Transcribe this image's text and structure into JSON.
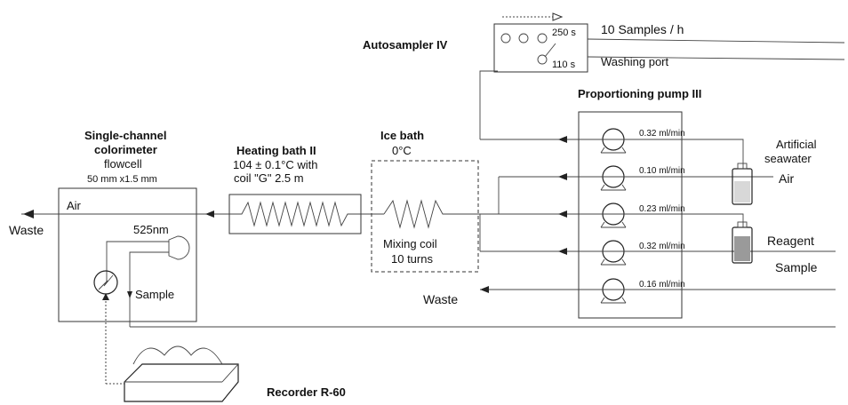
{
  "autosampler": {
    "title": "Autosampler IV",
    "rate": "10 Samples / h",
    "sample_time": "250 s",
    "wash_time": "110 s",
    "washing_port": "Washing port"
  },
  "pump": {
    "title": "Proportioning pump III",
    "flows": [
      "0.32 ml/min",
      "0.10 ml/min",
      "0.23 ml/min",
      "0.32 ml/min",
      "0.16 ml/min"
    ]
  },
  "reagents": {
    "seawater_line1": "Artificial",
    "seawater_line2": "seawater",
    "air": "Air",
    "reagent": "Reagent",
    "sample": "Sample"
  },
  "ice_bath": {
    "title": "Ice bath",
    "temp": "0°C",
    "mixing_line1": "Mixing coil",
    "mixing_line2": "10 turns"
  },
  "heating_bath": {
    "title": "Heating bath II",
    "line2": "104 ± 0.1°C with",
    "line3": "coil \"G\" 2.5 m"
  },
  "colorimeter": {
    "title_line1": "Single-channel",
    "title_line2": "colorimeter",
    "line3": "flowcell",
    "line4": "50 mm x1.5 mm",
    "air": "Air",
    "wavelength": "525nm",
    "sample": "Sample"
  },
  "waste_left": "Waste",
  "waste_mid": "Waste",
  "recorder": "Recorder R-60"
}
